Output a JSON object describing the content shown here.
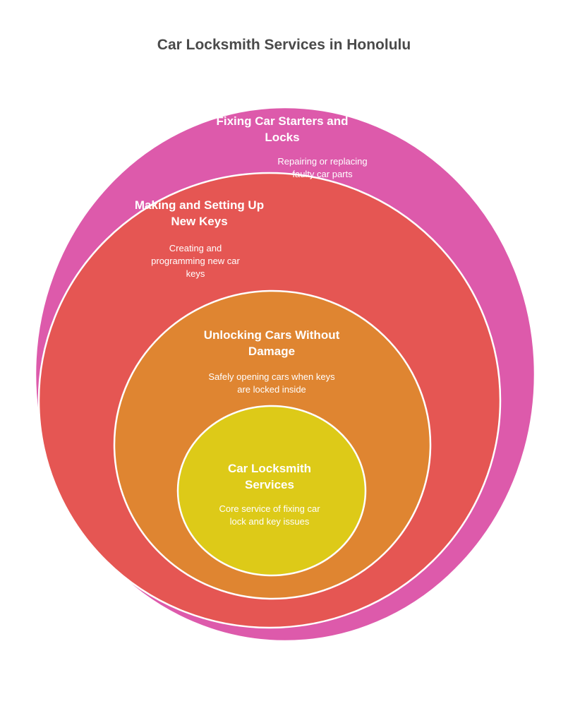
{
  "title": "Car Locksmith Services in Honolulu",
  "colors": {
    "outer": "#dd5aab",
    "second": "#e55653",
    "third": "#df8531",
    "core": "#ddca18",
    "stroke": "#ffffff",
    "title_text": "#4a4a4a"
  },
  "layers": [
    {
      "title": "Fixing Car Starters and Locks",
      "description": "Repairing or replacing faulty car parts"
    },
    {
      "title": "Making and Setting Up New Keys",
      "description": "Creating and programming new car keys"
    },
    {
      "title": "Unlocking Cars Without Damage",
      "description": "Safely opening cars when keys are locked inside"
    },
    {
      "title": "Car Locksmith Services",
      "description": "Core service of fixing car lock and key issues"
    }
  ]
}
